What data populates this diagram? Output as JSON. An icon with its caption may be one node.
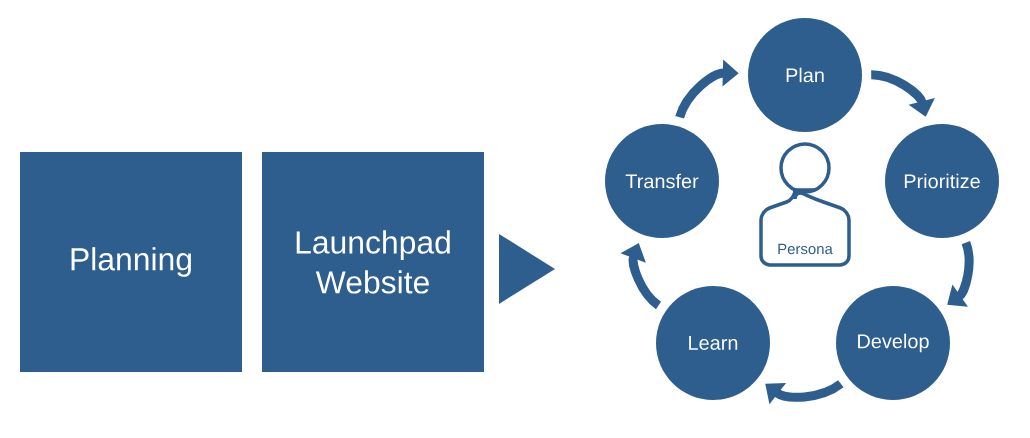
{
  "diagram": {
    "nodes": [
      {
        "text": [
          "Planning"
        ]
      },
      {
        "text": [
          "Launchpad Website"
        ]
      },
      {
        "text": [
          "Plan"
        ]
      },
      {
        "text": [
          "Prioritize"
        ]
      },
      {
        "text": [
          "Develop"
        ]
      },
      {
        "text": [
          "Learn"
        ]
      },
      {
        "text": [
          "Transfer"
        ]
      },
      {
        "text": [
          "Persona"
        ]
      }
    ],
    "edges": [
      {
        "from": 2,
        "to": 3,
        "arrow": "to"
      },
      {
        "from": 3,
        "to": 4,
        "arrow": "to"
      },
      {
        "from": 4,
        "to": 5,
        "arrow": "to"
      },
      {
        "from": 5,
        "to": 6,
        "arrow": "to"
      },
      {
        "from": 6,
        "to": 2,
        "arrow": "to"
      }
    ]
  }
}
